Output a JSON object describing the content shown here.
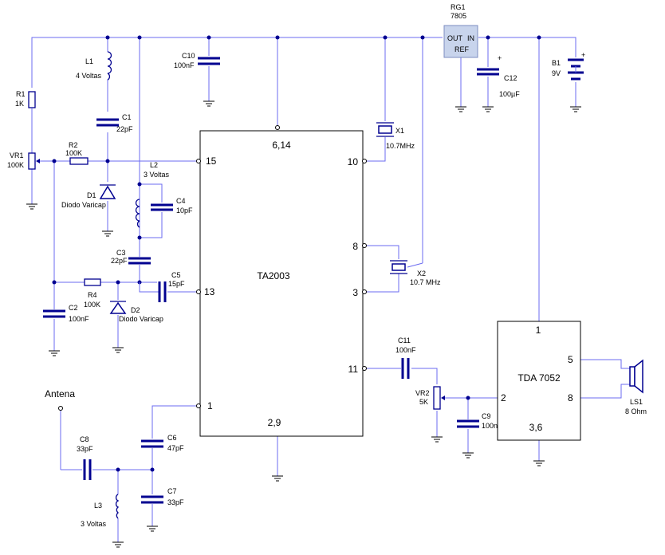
{
  "components": {
    "rg1": {
      "ref": "RG1",
      "value": "7805",
      "out": "OUT",
      "in": "IN",
      "ref_pin": "REF"
    },
    "b1": {
      "ref": "B1",
      "value": "9V",
      "plus": "+"
    },
    "c10": {
      "ref": "C10",
      "value": "100nF"
    },
    "c12": {
      "ref": "C12",
      "value": "100µF",
      "plus": "+"
    },
    "l1": {
      "ref": "L1",
      "value": "4 Voltas"
    },
    "c1": {
      "ref": "C1",
      "value": "22pF"
    },
    "r1": {
      "ref": "R1",
      "value": "1K"
    },
    "vr1": {
      "ref": "VR1",
      "value": "100K"
    },
    "r2": {
      "ref": "R2",
      "value": "100K"
    },
    "d1": {
      "ref": "D1",
      "value": "Diodo Varicap"
    },
    "l2": {
      "ref": "L2",
      "value": "3 Voltas"
    },
    "c4": {
      "ref": "C4",
      "value": "10pF"
    },
    "c3": {
      "ref": "C3",
      "value": "22pF"
    },
    "c5": {
      "ref": "C5",
      "value": "15pF"
    },
    "c2": {
      "ref": "C2",
      "value": "100nF"
    },
    "r4": {
      "ref": "R4",
      "value": "100K"
    },
    "d2": {
      "ref": "D2",
      "value": "Diodo Varicap"
    },
    "x1": {
      "ref": "X1",
      "value": "10.7MHz"
    },
    "x2": {
      "ref": "X2",
      "value": "10.7 MHz"
    },
    "c11": {
      "ref": "C11",
      "value": "100nF"
    },
    "vr2": {
      "ref": "VR2",
      "value": "5K"
    },
    "c9": {
      "ref": "C9",
      "value": "100n"
    },
    "c6": {
      "ref": "C6",
      "value": "47pF"
    },
    "c7": {
      "ref": "C7",
      "value": "33pF"
    },
    "c8": {
      "ref": "C8",
      "value": "33pF"
    },
    "l3": {
      "ref": "L3",
      "value": "3 Voltas"
    },
    "ls1": {
      "ref": "LS1",
      "value": "8 Ohm"
    }
  },
  "ta2003": {
    "name": "TA2003",
    "pins": {
      "top": "6,14",
      "bottom": "2,9",
      "p15": "15",
      "p13": "13",
      "p1": "1",
      "p10": "10",
      "p8": "8",
      "p3": "3",
      "p11": "11"
    }
  },
  "tda7052": {
    "name": "TDA 7052",
    "pins": {
      "p1": "1",
      "p5": "5",
      "p8": "8",
      "p2": "2",
      "p36": "3,6"
    }
  },
  "antenna": {
    "label": "Antena"
  }
}
